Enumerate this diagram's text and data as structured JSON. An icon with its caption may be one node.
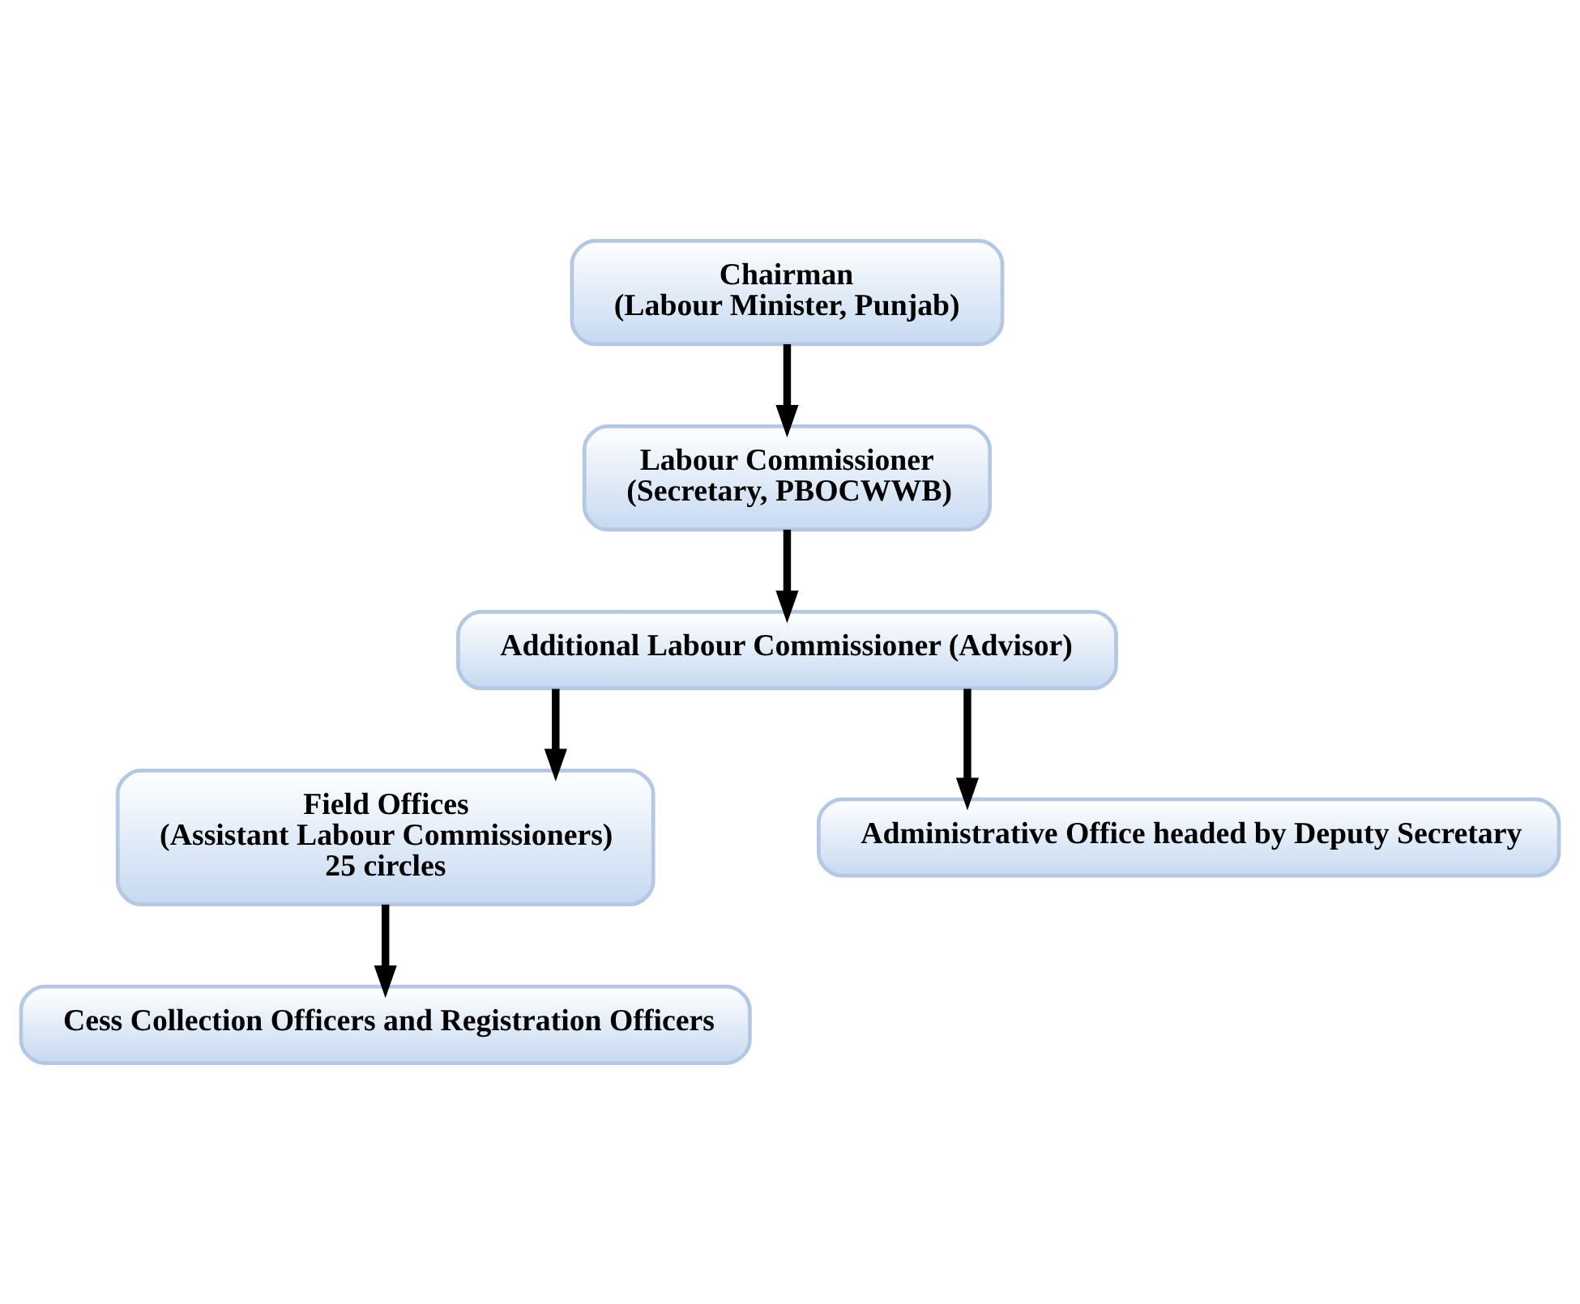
{
  "diagram": {
    "nodes": [
      {
        "text": [
          "Chairman",
          "(Labour Minister, Punjab)"
        ]
      },
      {
        "text": [
          "Labour Commissioner",
          "(Secretary, PBOCWWB)"
        ]
      },
      {
        "text": [
          "Additional Labour Commissioner (Advisor)"
        ]
      },
      {
        "text": [
          "Field Offices",
          "(Assistant Labour Commissioners)",
          "25 circles"
        ]
      },
      {
        "text": [
          "Administrative Office headed by Deputy Secretary"
        ]
      },
      {
        "text": [
          "Cess Collection Officers and Registration Officers"
        ]
      }
    ],
    "edges": [
      {
        "from": 0,
        "to": 1,
        "arrow": "to"
      },
      {
        "from": 1,
        "to": 2,
        "arrow": "to"
      },
      {
        "from": 2,
        "to": 3,
        "arrow": "to"
      },
      {
        "from": 2,
        "to": 4,
        "arrow": "to"
      },
      {
        "from": 3,
        "to": 5,
        "arrow": "to"
      }
    ]
  }
}
